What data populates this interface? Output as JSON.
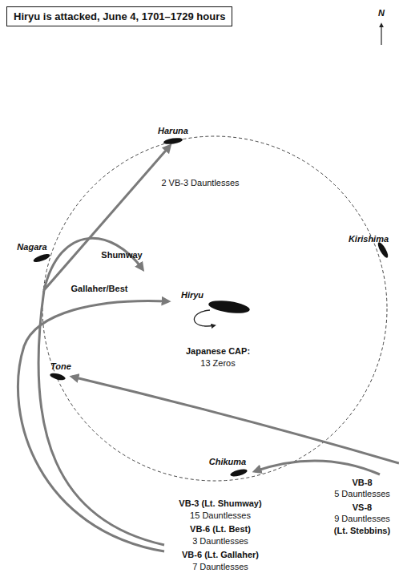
{
  "diagram": {
    "title": "Hiryu is attacked, June 4, 1701–1729 hours",
    "labels": [
      "N",
      "Haruna",
      "2 VB-3 Dauntlesses",
      "Nagara",
      "Shumway",
      "Kirishima",
      "Gallaher/Best",
      "Hiryu",
      "Japanese CAP:",
      "13 Zeros",
      "Tone",
      "Chikuma",
      "VB-8",
      "5 Dauntlesses",
      "VS-8",
      "9 Dauntlesses",
      "(Lt. Stebbins)",
      "VB-3 (Lt. Shumway)",
      "15 Dauntlesses",
      "VB-6 (Lt. Best)",
      "3 Dauntlesses",
      "VB-6 (Lt. Gallaher)",
      "7 Dauntlesses"
    ]
  }
}
